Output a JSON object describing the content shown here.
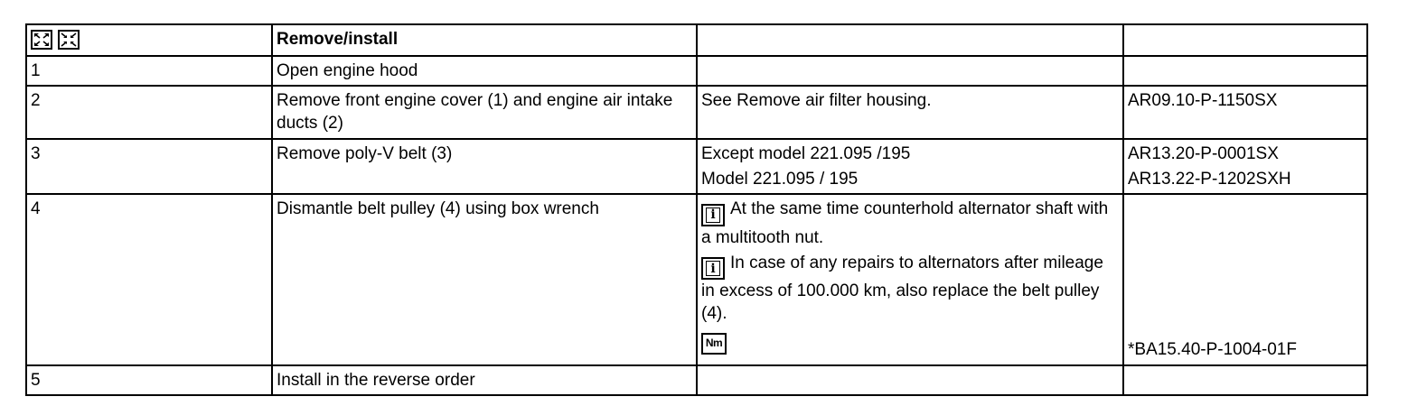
{
  "header": {
    "title": "Remove/install",
    "expand_icon": "expand-arrows-icon",
    "collapse_icon": "collapse-arrows-icon"
  },
  "steps": [
    {
      "num": "1",
      "action": "Open engine hood",
      "notes": [],
      "refs": []
    },
    {
      "num": "2",
      "action": "Remove front engine cover (1) and engine air intake ducts (2)",
      "notes": [
        "See Remove air filter housing."
      ],
      "refs": [
        "AR09.10-P-1150SX"
      ]
    },
    {
      "num": "3",
      "action": "Remove poly-V belt (3)",
      "notes": [
        "Except model 221.095 /195",
        "Model 221.095 / 195"
      ],
      "refs": [
        "AR13.20-P-0001SX",
        "AR13.22-P-1202SXH"
      ]
    },
    {
      "num": "4",
      "action": "Dismantle belt pulley (4) using box wrench",
      "info_notes": [
        "At the same time counterhold alternator shaft with a multitooth nut.",
        "In case of any repairs to alternators after mileage in excess of 100.000 km, also replace the belt pulley (4)."
      ],
      "torque_icon_label": "Nm",
      "refs": [
        "*BA15.40-P-1004-01F"
      ]
    },
    {
      "num": "5",
      "action": "Install in the reverse order",
      "notes": [],
      "refs": []
    }
  ]
}
